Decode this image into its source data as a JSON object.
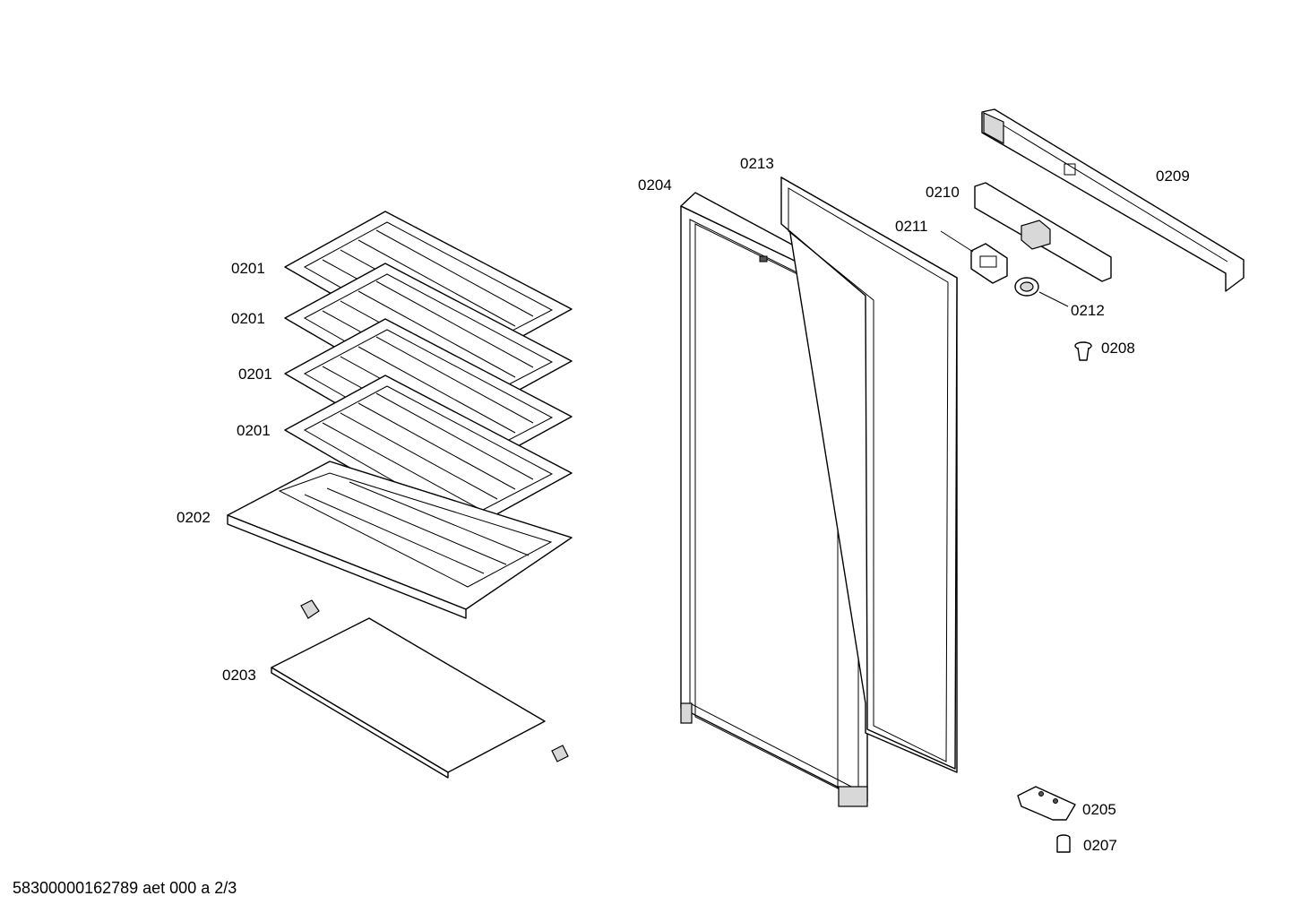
{
  "labels": {
    "p0201a": "0201",
    "p0201b": "0201",
    "p0201c": "0201",
    "p0201d": "0201",
    "p0202": "0202",
    "p0203": "0203",
    "p0204": "0204",
    "p0213": "0213",
    "p0210": "0210",
    "p0211": "0211",
    "p0212": "0212",
    "p0209": "0209",
    "p0208": "0208",
    "p0205": "0205",
    "p0207": "0207"
  },
  "footer": "58300000162789 aet 000 a 2/3"
}
